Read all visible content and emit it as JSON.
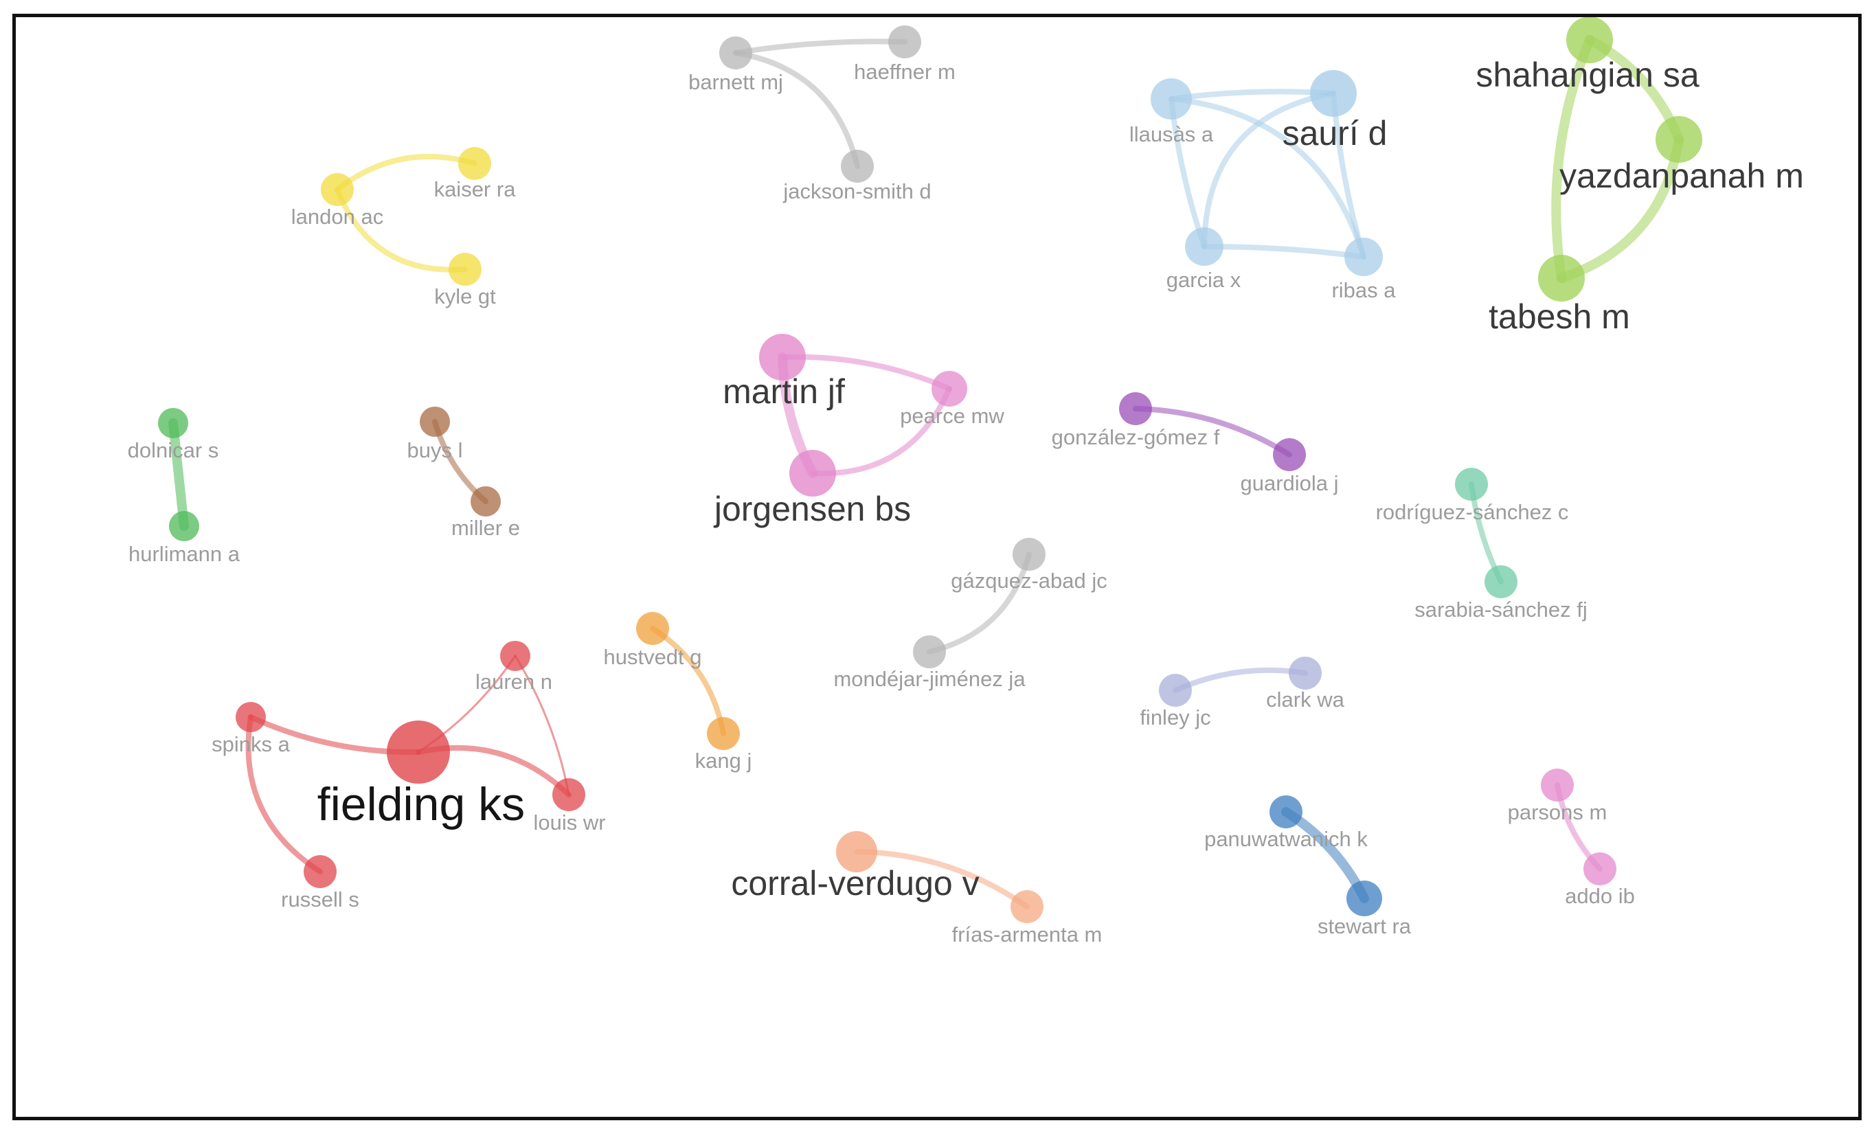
{
  "network": {
    "colors": {
      "red": "#e0474c",
      "yellow": "#f2dc3c",
      "gray": "#b5b5b5",
      "lightblue": "#a9cde8",
      "lightgreen": "#a2d35d",
      "green": "#4fb95a",
      "brown": "#a86b46",
      "pink": "#e489cc",
      "purple": "#9a4fb8",
      "teal": "#6fcba6",
      "orange": "#f0a03c",
      "lavender": "#a9b0da",
      "blue": "#3f7fc0",
      "salmon": "#f5a883"
    },
    "nodes": [
      {
        "id": "fielding",
        "label": "fielding ks",
        "size": "top",
        "color": "red"
      },
      {
        "id": "spinks",
        "label": "spinks a",
        "size": "minor",
        "color": "red"
      },
      {
        "id": "lauren",
        "label": "lauren n",
        "size": "minor",
        "color": "red"
      },
      {
        "id": "louis",
        "label": "louis wr",
        "size": "minor",
        "color": "red"
      },
      {
        "id": "russell",
        "label": "russell s",
        "size": "minor",
        "color": "red"
      },
      {
        "id": "landon",
        "label": "landon ac",
        "size": "minor",
        "color": "yellow"
      },
      {
        "id": "kaiser",
        "label": "kaiser ra",
        "size": "minor",
        "color": "yellow"
      },
      {
        "id": "kyle",
        "label": "kyle gt",
        "size": "minor",
        "color": "yellow"
      },
      {
        "id": "barnett",
        "label": "barnett mj",
        "size": "minor",
        "color": "gray"
      },
      {
        "id": "haeffner",
        "label": "haeffner m",
        "size": "minor",
        "color": "gray"
      },
      {
        "id": "jackson",
        "label": "jackson-smith d",
        "size": "minor",
        "color": "gray"
      },
      {
        "id": "llausas",
        "label": "llausàs a",
        "size": "minor",
        "color": "lightblue"
      },
      {
        "id": "sauri",
        "label": "saurí d",
        "size": "major",
        "color": "lightblue"
      },
      {
        "id": "garcia",
        "label": "garcia x",
        "size": "minor",
        "color": "lightblue"
      },
      {
        "id": "ribas",
        "label": "ribas a",
        "size": "minor",
        "color": "lightblue"
      },
      {
        "id": "shahangian",
        "label": "shahangian sa",
        "size": "major",
        "color": "lightgreen"
      },
      {
        "id": "yazdanpanah",
        "label": "yazdanpanah m",
        "size": "major",
        "color": "lightgreen"
      },
      {
        "id": "tabesh",
        "label": "tabesh m",
        "size": "major",
        "color": "lightgreen"
      },
      {
        "id": "dolnicar",
        "label": "dolnicar s",
        "size": "minor",
        "color": "green"
      },
      {
        "id": "hurlimann",
        "label": "hurlimann a",
        "size": "minor",
        "color": "green"
      },
      {
        "id": "buys",
        "label": "buys l",
        "size": "minor",
        "color": "brown"
      },
      {
        "id": "miller",
        "label": "miller e",
        "size": "minor",
        "color": "brown"
      },
      {
        "id": "martin",
        "label": "martin jf",
        "size": "major",
        "color": "pink"
      },
      {
        "id": "pearce",
        "label": "pearce mw",
        "size": "minor",
        "color": "pink"
      },
      {
        "id": "jorgensen",
        "label": "jorgensen bs",
        "size": "major",
        "color": "pink"
      },
      {
        "id": "gonzalez",
        "label": "gonzález-gómez f",
        "size": "minor",
        "color": "purple"
      },
      {
        "id": "guardiola",
        "label": "guardiola j",
        "size": "minor",
        "color": "purple"
      },
      {
        "id": "rodriguez",
        "label": "rodríguez-sánchez c",
        "size": "minor",
        "color": "teal"
      },
      {
        "id": "sarabia",
        "label": "sarabia-sánchez fj",
        "size": "minor",
        "color": "teal"
      },
      {
        "id": "gazquez",
        "label": "gázquez-abad jc",
        "size": "minor",
        "color": "gray"
      },
      {
        "id": "mondejar",
        "label": "mondéjar-jiménez ja",
        "size": "minor",
        "color": "gray"
      },
      {
        "id": "hustvedt",
        "label": "hustvedt g",
        "size": "minor",
        "color": "orange"
      },
      {
        "id": "kang",
        "label": "kang j",
        "size": "minor",
        "color": "orange"
      },
      {
        "id": "finley",
        "label": "finley jc",
        "size": "minor",
        "color": "lavender"
      },
      {
        "id": "clark",
        "label": "clark wa",
        "size": "minor",
        "color": "lavender"
      },
      {
        "id": "panuwatwanich",
        "label": "panuwatwanich k",
        "size": "minor",
        "color": "blue"
      },
      {
        "id": "stewart",
        "label": "stewart ra",
        "size": "minor",
        "color": "blue"
      },
      {
        "id": "parsons",
        "label": "parsons m",
        "size": "minor",
        "color": "pink"
      },
      {
        "id": "addo",
        "label": "addo ib",
        "size": "minor",
        "color": "pink"
      },
      {
        "id": "corral",
        "label": "corral-verdugo v",
        "size": "major",
        "color": "salmon"
      },
      {
        "id": "frias",
        "label": "frías-armenta m",
        "size": "minor",
        "color": "salmon"
      }
    ],
    "links": [
      {
        "source": "spinks",
        "target": "fielding",
        "strength": 2
      },
      {
        "source": "fielding",
        "target": "louis",
        "strength": 2
      },
      {
        "source": "spinks",
        "target": "russell",
        "strength": 2
      },
      {
        "source": "fielding",
        "target": "lauren",
        "strength": 1
      },
      {
        "source": "lauren",
        "target": "louis",
        "strength": 1
      },
      {
        "source": "landon",
        "target": "kaiser",
        "strength": 2
      },
      {
        "source": "landon",
        "target": "kyle",
        "strength": 2
      },
      {
        "source": "barnett",
        "target": "haeffner",
        "strength": 2
      },
      {
        "source": "barnett",
        "target": "jackson",
        "strength": 2
      },
      {
        "source": "llausas",
        "target": "sauri",
        "strength": 2
      },
      {
        "source": "llausas",
        "target": "garcia",
        "strength": 2
      },
      {
        "source": "llausas",
        "target": "ribas",
        "strength": 2
      },
      {
        "source": "sauri",
        "target": "garcia",
        "strength": 2
      },
      {
        "source": "sauri",
        "target": "ribas",
        "strength": 2
      },
      {
        "source": "garcia",
        "target": "ribas",
        "strength": 2
      },
      {
        "source": "shahangian",
        "target": "yazdanpanah",
        "strength": 3
      },
      {
        "source": "shahangian",
        "target": "tabesh",
        "strength": 3
      },
      {
        "source": "yazdanpanah",
        "target": "tabesh",
        "strength": 3
      },
      {
        "source": "dolnicar",
        "target": "hurlimann",
        "strength": 3
      },
      {
        "source": "buys",
        "target": "miller",
        "strength": 2
      },
      {
        "source": "martin",
        "target": "pearce",
        "strength": 2
      },
      {
        "source": "martin",
        "target": "jorgensen",
        "strength": 3
      },
      {
        "source": "jorgensen",
        "target": "pearce",
        "strength": 2
      },
      {
        "source": "gonzalez",
        "target": "guardiola",
        "strength": 2
      },
      {
        "source": "rodriguez",
        "target": "sarabia",
        "strength": 2
      },
      {
        "source": "gazquez",
        "target": "mondejar",
        "strength": 2
      },
      {
        "source": "hustvedt",
        "target": "kang",
        "strength": 2
      },
      {
        "source": "finley",
        "target": "clark",
        "strength": 2
      },
      {
        "source": "panuwatwanich",
        "target": "stewart",
        "strength": 3
      },
      {
        "source": "parsons",
        "target": "addo",
        "strength": 2
      },
      {
        "source": "corral",
        "target": "frias",
        "strength": 2
      }
    ]
  }
}
